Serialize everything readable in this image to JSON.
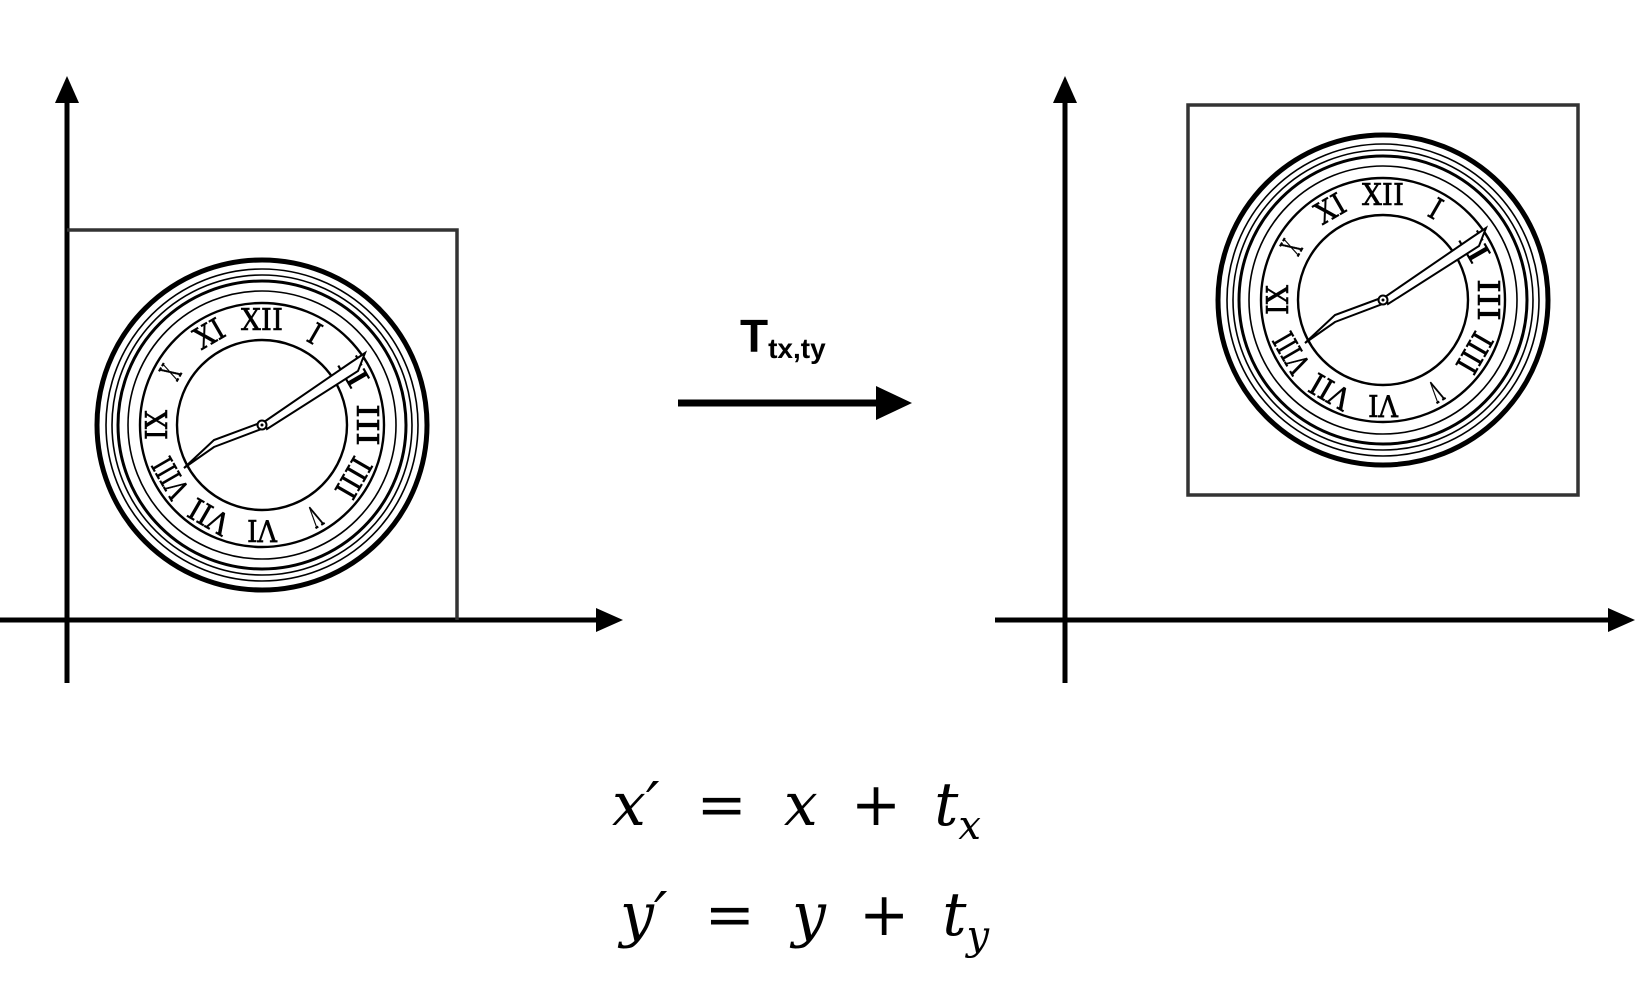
{
  "transform_label": {
    "main": "T",
    "subscript": "tx,ty"
  },
  "equations": {
    "line1": {
      "lhs": "x′",
      "eq": "=",
      "rhs_var": "x",
      "plus": "+",
      "t": "t",
      "sub": "x"
    },
    "line2": {
      "lhs": "y′",
      "eq": "=",
      "rhs_var": "y",
      "plus": "+",
      "t": "t",
      "sub": "y"
    }
  },
  "clock": {
    "numerals": [
      "XII",
      "I",
      "II",
      "III",
      "IIII",
      "V",
      "VI",
      "VII",
      "VIII",
      "IX",
      "X",
      "XI"
    ]
  },
  "colors": {
    "ink": "#000000",
    "box_stroke": "#333333",
    "background": "#ffffff"
  }
}
